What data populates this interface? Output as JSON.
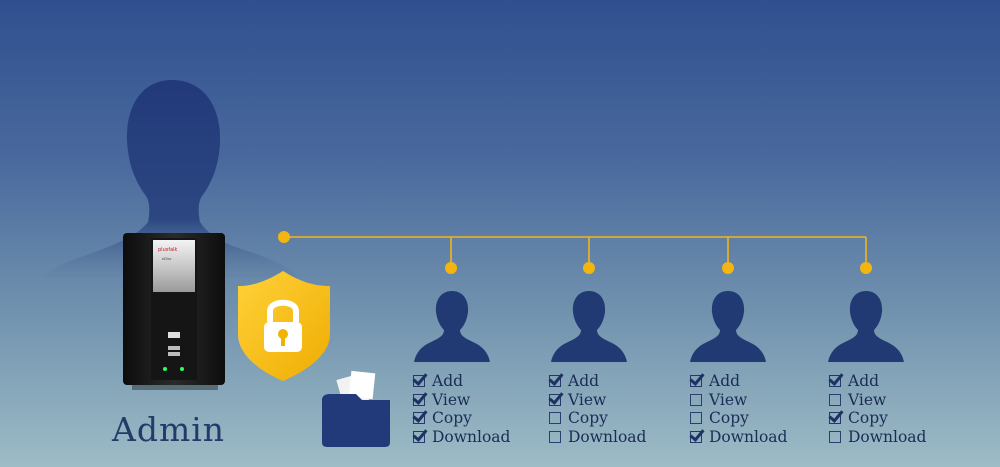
{
  "admin": {
    "label": "Admin"
  },
  "device": {
    "brand": "plusfalk",
    "model": "eDisc"
  },
  "colors": {
    "accent": "#f0b400",
    "silhouette": "#243c75",
    "text": "#1b2c55"
  },
  "users": [
    {
      "permissions": [
        {
          "label": "Add",
          "checked": true
        },
        {
          "label": "View",
          "checked": true
        },
        {
          "label": "Copy",
          "checked": true
        },
        {
          "label": "Download",
          "checked": true
        }
      ]
    },
    {
      "permissions": [
        {
          "label": "Add",
          "checked": true
        },
        {
          "label": "View",
          "checked": true
        },
        {
          "label": "Copy",
          "checked": false
        },
        {
          "label": "Download",
          "checked": false
        }
      ]
    },
    {
      "permissions": [
        {
          "label": "Add",
          "checked": true
        },
        {
          "label": "View",
          "checked": false
        },
        {
          "label": "Copy",
          "checked": false
        },
        {
          "label": "Download",
          "checked": true
        }
      ]
    },
    {
      "permissions": [
        {
          "label": "Add",
          "checked": true
        },
        {
          "label": "View",
          "checked": false
        },
        {
          "label": "Copy",
          "checked": true
        },
        {
          "label": "Download",
          "checked": false
        }
      ]
    }
  ]
}
